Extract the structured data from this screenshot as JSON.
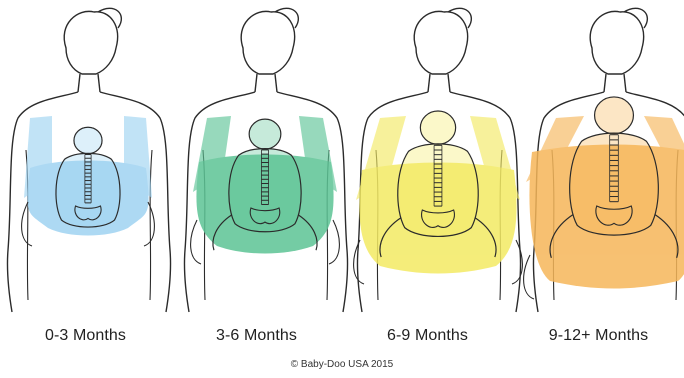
{
  "panels": [
    {
      "label": "0-3 Months",
      "color": "#9fd3f2"
    },
    {
      "label": "3-6 Months",
      "color": "#5cc495"
    },
    {
      "label": "6-9 Months",
      "color": "#f3ea63"
    },
    {
      "label": "9-12+ Months",
      "color": "#f6b659"
    }
  ],
  "copyright": "© Baby-Doo USA 2015",
  "line_color": "#2b2b2b"
}
